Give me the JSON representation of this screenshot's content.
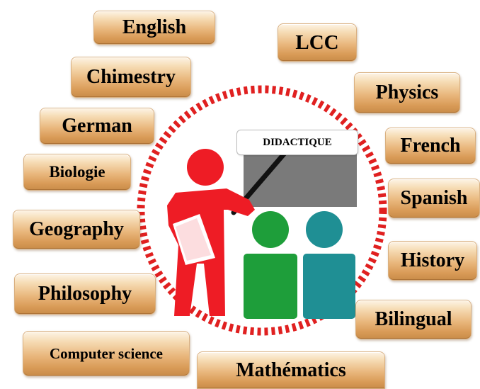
{
  "center": {
    "label": "DIDACTIQUE"
  },
  "subjects": [
    {
      "id": "english",
      "label": "English"
    },
    {
      "id": "lcc",
      "label": "LCC"
    },
    {
      "id": "chimestry",
      "label": "Chimestry"
    },
    {
      "id": "physics",
      "label": "Physics"
    },
    {
      "id": "german",
      "label": "German"
    },
    {
      "id": "french",
      "label": "French"
    },
    {
      "id": "biologie",
      "label": "Biologie"
    },
    {
      "id": "spanish",
      "label": "Spanish"
    },
    {
      "id": "geography",
      "label": "Geography"
    },
    {
      "id": "history",
      "label": "History"
    },
    {
      "id": "philosophy",
      "label": "Philosophy"
    },
    {
      "id": "bilingual",
      "label": "Bilingual"
    },
    {
      "id": "computer-science",
      "label": "Computer science"
    },
    {
      "id": "mathematics",
      "label": "Mathématics"
    }
  ],
  "colors": {
    "ring": "#e02020",
    "teacher": "#ee1c25",
    "board": "#7a7a7a",
    "student_left": "#1e9e3a",
    "student_right": "#1f8f94"
  }
}
